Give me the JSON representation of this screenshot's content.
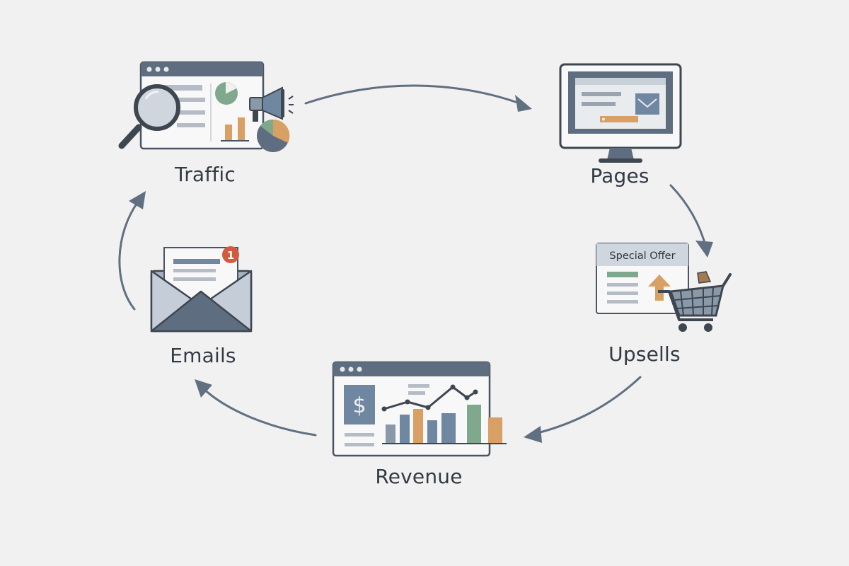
{
  "nodes": {
    "traffic": {
      "label": "Traffic"
    },
    "pages": {
      "label": "Pages"
    },
    "upsells": {
      "label": "Upsells",
      "banner": "Special Offer"
    },
    "revenue": {
      "label": "Revenue",
      "currency_symbol": "$"
    },
    "emails": {
      "label": "Emails",
      "notification_count": "1"
    }
  },
  "flow": [
    "Traffic",
    "Pages",
    "Upsells",
    "Revenue",
    "Emails"
  ],
  "colors": {
    "background": "#f1f1f1",
    "slate": "#5e6e80",
    "dark": "#3e4650",
    "green": "#7fa88c",
    "orange": "#d8a065",
    "blue": "#6f87a0",
    "notification": "#d45a3d"
  },
  "icons": {
    "traffic": [
      "magnifier-icon",
      "megaphone-icon",
      "pie-chart-icon",
      "bar-chart-icon"
    ],
    "pages": [
      "monitor-icon",
      "image-icon"
    ],
    "upsells": [
      "offer-window-icon",
      "up-arrow-icon",
      "shopping-cart-icon"
    ],
    "revenue": [
      "dashboard-window-icon",
      "dollar-icon",
      "bar-chart-icon",
      "line-chart-icon"
    ],
    "emails": [
      "envelope-icon",
      "notification-badge-icon"
    ]
  }
}
